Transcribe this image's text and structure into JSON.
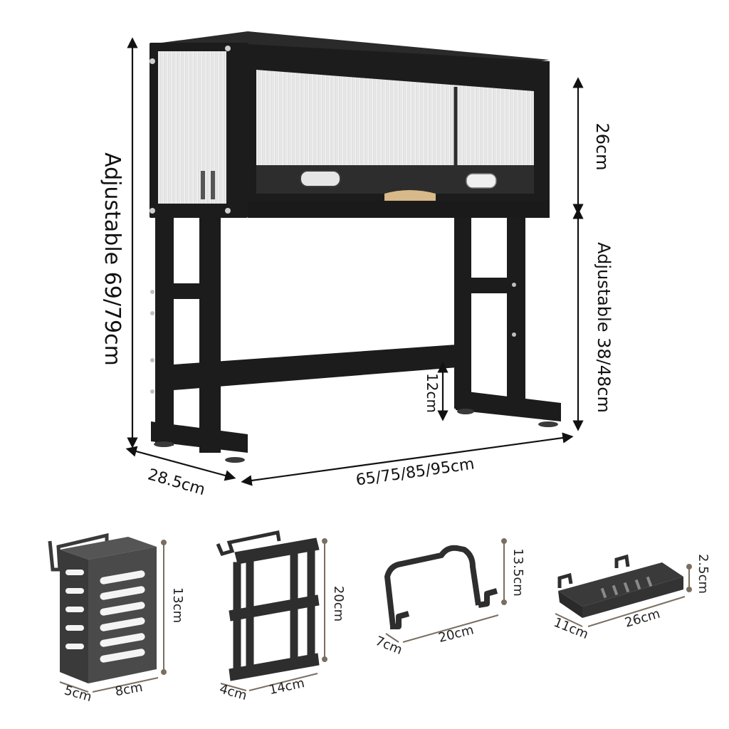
{
  "main_product": {
    "name": "over-sink-rack-cabinet",
    "dimensions": {
      "total_height": "Adjustable 69/79cm",
      "cabinet_height": "26cm",
      "leg_height": "Adjustable 38/48cm",
      "crossbar_clearance": "12cm",
      "depth": "28.5cm",
      "width": "65/75/85/95cm"
    }
  },
  "accessories": [
    {
      "name": "utensil-holder",
      "height": "13cm",
      "depth": "5cm",
      "width": "8cm"
    },
    {
      "name": "cutting-board-rack",
      "height": "20cm",
      "depth": "4cm",
      "width": "14cm"
    },
    {
      "name": "hook-rail",
      "height": "13.5cm",
      "depth": "7cm",
      "width": "20cm"
    },
    {
      "name": "soap-tray",
      "height": "2.5cm",
      "depth": "11cm",
      "width": "26cm"
    }
  ],
  "colors": {
    "frame": "#1c1c1c",
    "accessory": "#3a3a3a",
    "dimension_line": "#111111",
    "accessory_dim_line": "#7a6e60",
    "handle": "#d8b98a"
  }
}
